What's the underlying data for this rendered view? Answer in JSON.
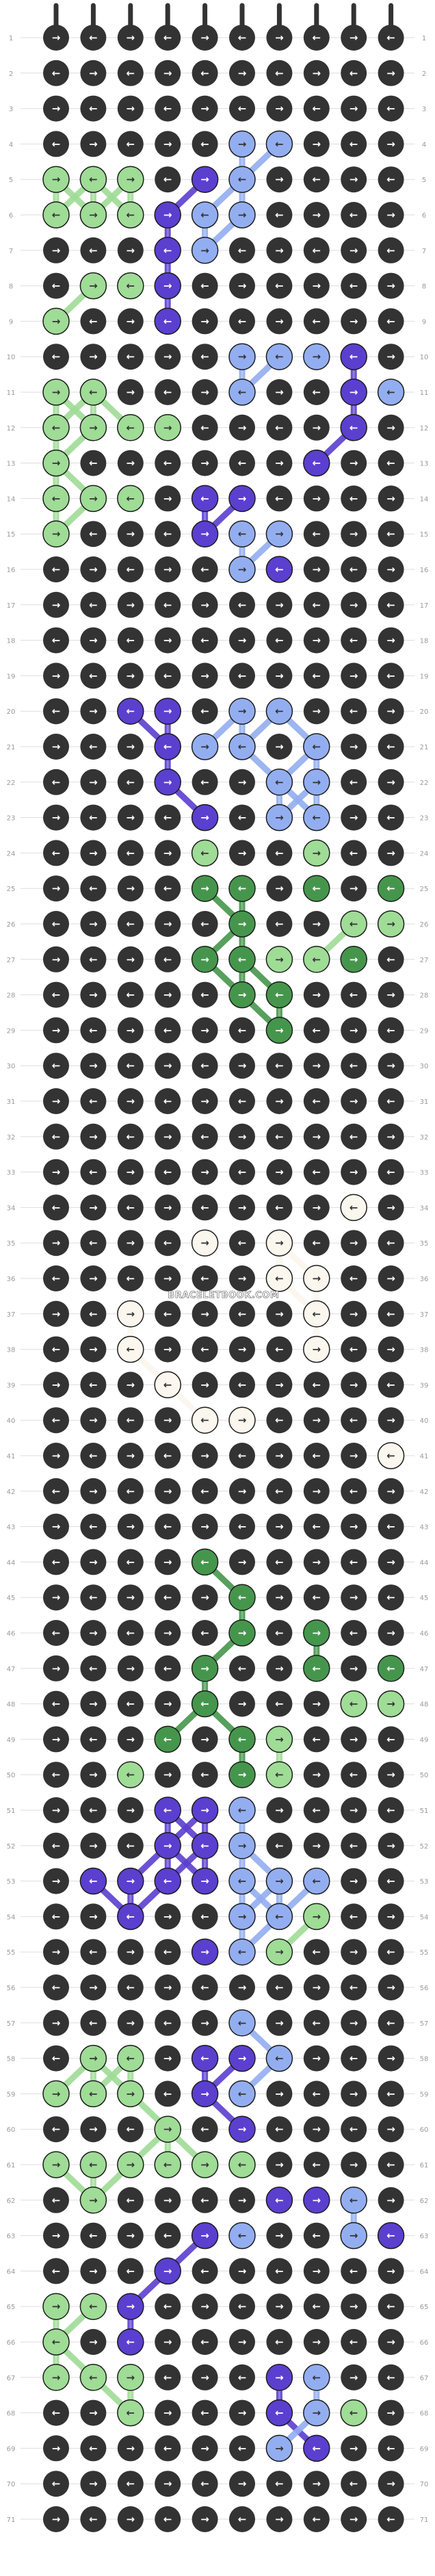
{
  "watermark": "BRACELETBOOK.COM",
  "colors": {
    "A": "#333333",
    "B": "#9fdc96",
    "C": "#5b3fcf",
    "D": "#93aef0",
    "E": "#45964c",
    "F": "#fbf7ee"
  },
  "arrow_colors": {
    "dark_knot": "#ffffff",
    "light_knot": "#333333"
  },
  "strings_top": [
    "A",
    "A",
    "A",
    "A",
    "A",
    "A",
    "A",
    "A",
    "A",
    "A"
  ],
  "row_count": 71,
  "rows": [
    "AAAAAAAAAA",
    "AAAAAAAAAA",
    "AAAAAAAAAA",
    "AAAAADDAAA",
    "BBBACDAAAA",
    "BBBCDDAAAA",
    "AAACDAAAAA",
    "ABBCAAAAAA",
    "BAACAAAAAA",
    "AAAAADDDCA",
    "BBAAADAACD",
    "BBBBAAAACA",
    "BAAAAAACAA",
    "BBBACCAAAA",
    "BAAACDDAAA",
    "AAAAADCAAA",
    "AAAAAAAAAA",
    "AAAAAAAAAA",
    "AAAAAAAAAA",
    "AACCADDAAA",
    "AAACDDADAA",
    "AAACAADDAA",
    "AAAACADDAA",
    "AAAABAABAA",
    "AAAAEEAEAE",
    "AAAAAEAABB",
    "AAAAEEBBEA",
    "AAAAAEEAAA",
    "AAAAAAEAAA",
    "AAAAAAAAAA",
    "AAAAAAAAAA",
    "AAAAAAAAAA",
    "AAAAAAAAAA",
    "AAAAAAAAFA",
    "AAAAFAFAAA",
    "AAAAAAFFAA",
    "AAFAAAAFAA",
    "AAFAAAAFAA",
    "AAAFAAAAAA",
    "AAAAFFAAAA",
    "AAAAAAAAAF",
    "AAAAAAAAAA",
    "AAAAAAAAAA",
    "AAAAEAAAAA",
    "AAAAAEAAAA",
    "AAAAAEAEAA",
    "AAAAEAAEAE",
    "AAAAEAAABB",
    "AAAEAEBAAA",
    "AABAAEBAAA",
    "AAACCDAAAA",
    "AAACCDAAAA",
    "ACCCCDDDAA",
    "AACAADDBAA",
    "AAAACDBAAA",
    "AAAAAAAAAA",
    "AAAAADAAAA",
    "ABBACCDAAA",
    "BBBACDAAAA",
    "AAABACAAAA",
    "BBBBBBAAAA",
    "ABAAAACCDA",
    "AAAACDAADC",
    "AAACAAAAAA",
    "BBCAAAAAAA",
    "BACAAAAAAA",
    "BBBAAACDAA",
    "AABAAACDBA",
    "AAAAAADCAA",
    "AAAAAAAAAA",
    "AAAAAAAAAA"
  ]
}
